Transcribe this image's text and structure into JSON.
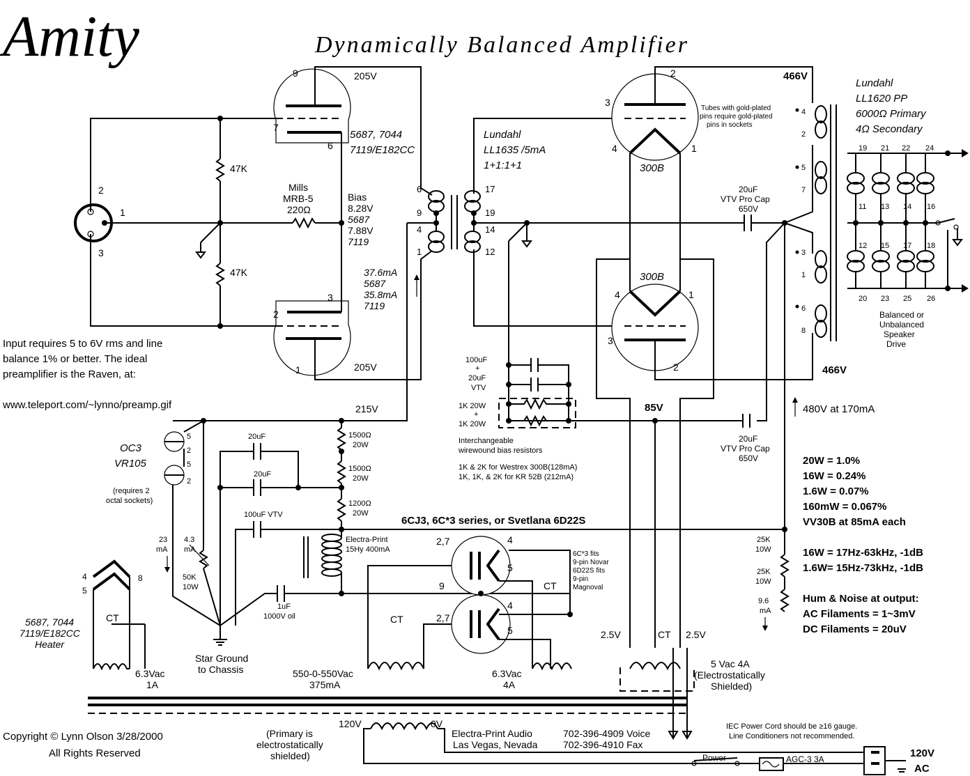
{
  "title": "Amity",
  "subtitle": "Dynamically Balanced Amplifier",
  "input_tube": {
    "type_a": "5687, 7044",
    "type_b": "7119/E182CC",
    "plate_voltage_top": "205V",
    "plate_voltage_bottom": "205V",
    "pins": {
      "p9": "9",
      "p7": "7",
      "p6": "6",
      "p2": "2",
      "p3": "3",
      "p1": "1"
    }
  },
  "xlr": {
    "pin2": "2",
    "pin1": "1",
    "pin3": "3"
  },
  "resistors": {
    "r_top": "47K",
    "r_bot": "47K"
  },
  "bias_pot": {
    "line1": "Mills",
    "line2": "MRB-5",
    "line3": "220Ω"
  },
  "bias": {
    "label": "Bias",
    "v1": "8.28V",
    "t1": "5687",
    "v2": "7.88V",
    "t2": "7119"
  },
  "current": {
    "c1": "37.6mA",
    "t1": "5687",
    "c2": "35.8mA",
    "t2": "7119"
  },
  "interstage": {
    "line1": "Lundahl",
    "line2": "LL1635 /5mA",
    "line3": "1+1:1+1",
    "pins": {
      "p6": "6",
      "p9": "9",
      "p4": "4",
      "p1": "1",
      "p17": "17",
      "p19": "19",
      "p14": "14",
      "p12": "12"
    }
  },
  "output_tube": {
    "type": "300B",
    "type2": "300B",
    "pins": {
      "a2": "2",
      "a3": "3",
      "a4": "4",
      "a1": "1",
      "b4": "4",
      "b1": "1",
      "b3": "3",
      "b2": "2"
    },
    "note_lines": [
      "Tubes with gold-plated",
      "pins require gold-plated",
      "pins in sockets"
    ]
  },
  "output_transformer": {
    "line1": "Lundahl",
    "line2": "LL1620 PP",
    "line3": "6000Ω Primary",
    "line4": "4Ω Secondary",
    "prim_pins": {
      "p4": "4",
      "p2": "2",
      "p5": "5",
      "p7": "7",
      "p3": "3",
      "p1": "1",
      "p6": "6",
      "p8": "8"
    },
    "sec_pins": {
      "s19": "19",
      "s21": "21",
      "s22": "22",
      "s24": "24",
      "s11": "11",
      "s13": "13",
      "s14": "14",
      "s16": "16",
      "s12": "12",
      "s15": "15",
      "s17": "17",
      "s18": "18",
      "s20": "20",
      "s23": "23",
      "s25": "25",
      "s26": "26"
    },
    "drive_lines": [
      "Balanced or",
      "Unbalanced",
      "Speaker",
      "Drive"
    ]
  },
  "b_plus": {
    "top": "466V",
    "bottom": "466V",
    "supply": "480V at 170mA",
    "b85": "85V"
  },
  "caps": {
    "vtv_top_1": "20uF",
    "vtv_top_2": "VTV Pro Cap",
    "vtv_top_3": "650V",
    "vtv_bot_1": "20uF",
    "vtv_bot_2": "VTV Pro Cap",
    "vtv_bot_3": "650V"
  },
  "cathode_bypass": {
    "c1": "100uF",
    "plus1": "+",
    "c2": "20uF",
    "c3": "VTV",
    "r1": "1K 20W",
    "plus2": "+",
    "r2": "1K 20W",
    "note1": "Interchangeable",
    "note2": "wirewound bias resistors",
    "note3": "1K & 2K for Westrex 300B(128mA)",
    "note4": "1K, 1K, & 2K for KR 52B (212mA)"
  },
  "input_note": {
    "l1": "Input requires 5 to 6V rms and line",
    "l2": "balance 1% or better. The ideal",
    "l3": "preamplifier is the Raven, at:",
    "url": "www.teleport.com/~lynno/preamp.gif"
  },
  "supply": {
    "v215": "215V",
    "oc3": "OC3",
    "vr105": "VR105",
    "oc3_pins": {
      "p5a": "5",
      "p2a": "2",
      "p5b": "5",
      "p2b": "2"
    },
    "oc3_note1": "(requires 2",
    "oc3_note2": "octal sockets)",
    "r1500a": "1500Ω",
    "w1": "20W",
    "r1500b": "1500Ω",
    "w2": "20W",
    "r1200": "1200Ω",
    "w3": "20W",
    "cap20a": "20uF",
    "cap20b": "20uF",
    "cap100": "100uF VTV",
    "choke1": "Electra-Print",
    "choke2": "15Hy 400mA",
    "cap1uf": "1uF",
    "cap1kv": "1000V oil",
    "i23a": "23",
    "i23b": "mA",
    "i43a": "4.3",
    "i43b": "mA",
    "r50k": "50K",
    "r10w": "10W",
    "star1": "Star Ground",
    "star2": "to Chassis"
  },
  "rectifier": {
    "title": "6CJ3, 6C*3 series, or Svetlana 6D22S",
    "p27a": "2,7",
    "p4a": "4",
    "p5a": "5",
    "p9": "9",
    "p27b": "2,7",
    "p4b": "4",
    "p5b": "5",
    "ct": "CT",
    "note": [
      "6C*3 fits",
      "9-pin Novar",
      "6D22S fits",
      "9-pin",
      "Magnoval"
    ]
  },
  "distortion": {
    "d1": "20W = 1.0%",
    "d2": "16W = 0.24%",
    "d3": "1.6W = 0.07%",
    "d4": "160mW = 0.067%",
    "d5": "VV30B at 85mA each",
    "f1": "16W = 17Hz-63kHz, -1dB",
    "f2": "1.6W= 15Hz-73kHz, -1dB",
    "h0": "Hum & Noise at output:",
    "h1": "AC Filaments = 1~3mV",
    "h2": "DC Filaments = 20uV"
  },
  "divider": {
    "r1": "25K",
    "w1": "10W",
    "r2": "25K",
    "w2": "10W",
    "i1": "9.6",
    "i2": "mA"
  },
  "power_xfmr": {
    "heater1": "5687, 7044",
    "heater2": "7119/E182CC",
    "heater3": "Heater",
    "hp4": "4",
    "hp5": "5",
    "hp8": "8",
    "ct1": "CT",
    "w63a": "6.3Vac",
    "w1a": "1A",
    "hv1": "550-0-550Vac",
    "hv2": "375mA",
    "ct2": "CT",
    "w63b": "6.3Vac",
    "w4a": "4A",
    "v25a": "2.5V",
    "ct3": "CT",
    "v25b": "2.5V",
    "w5v": "5 Vac  4A",
    "shield1": "(Electrostatically",
    "shield2": "Shielded)",
    "v120": "120V",
    "v0": "0V",
    "prim1": "(Primary is",
    "prim2": "electrostatically",
    "prim3": "shielded)"
  },
  "maker": {
    "name": "Electra-Print Audio",
    "city": "Las Vegas, Nevada",
    "voice": "702-396-4909 Voice",
    "fax": "702-396-4910 Fax"
  },
  "mains": {
    "iec1": "IEC Power Cord should be ≥16 gauge.",
    "iec2": "Line Conditioners not recommended.",
    "power": "Power",
    "fuse": "AGC-3 3A",
    "v": "120V",
    "ac": "AC"
  },
  "copyright": {
    "l1": "Copyright © Lynn Olson 3/28/2000",
    "l2": "All Rights Reserved"
  }
}
